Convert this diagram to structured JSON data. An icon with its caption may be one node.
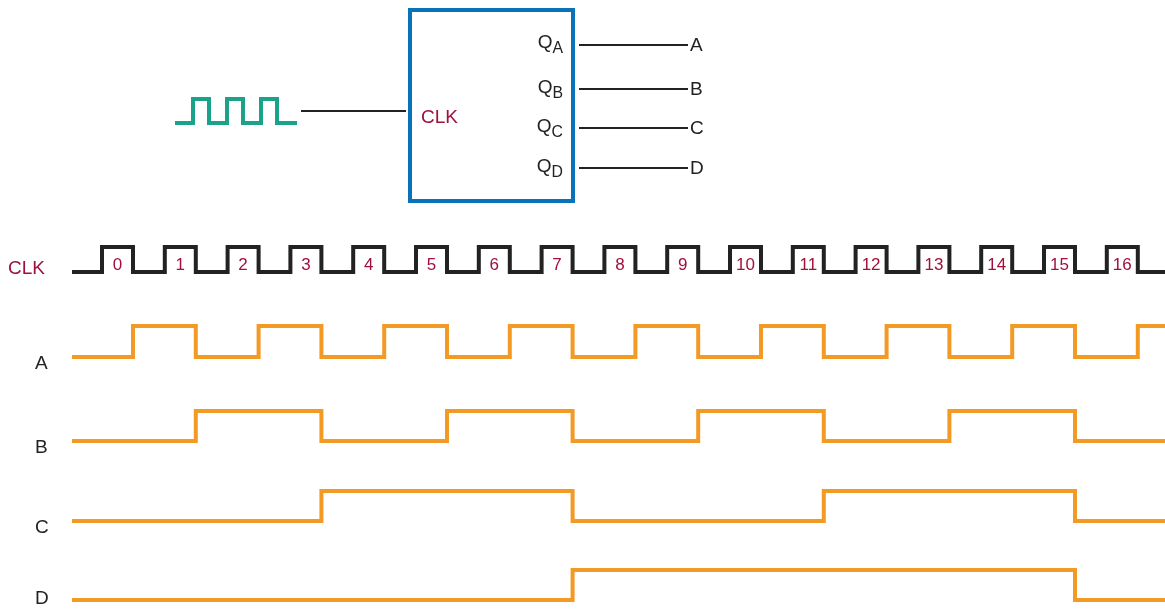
{
  "diagram": {
    "nodes": [
      {
        "text": [],
        "shape": "picture"
      },
      {
        "text": [
          "CLK",
          "Q$_{A}$",
          "Q$_{B}$",
          "Q$_{C}$",
          "Q$_{D}$"
        ]
      },
      {
        "text": [
          "A"
        ]
      },
      {
        "text": [
          "B"
        ]
      },
      {
        "text": [
          "C"
        ]
      },
      {
        "text": [
          "D"
        ]
      }
    ],
    "edges": [
      {
        "from": 0,
        "to": 1,
        "arrow": "none"
      },
      {
        "from": 1,
        "to": 2,
        "arrow": "none"
      },
      {
        "from": 1,
        "to": 3,
        "arrow": "none"
      },
      {
        "from": 1,
        "to": 4,
        "arrow": "none"
      },
      {
        "from": 1,
        "to": 5,
        "arrow": "none"
      }
    ],
    "labels": [
      "CLK",
      "0",
      "1",
      "2",
      "3",
      "4",
      "5",
      "6",
      "7",
      "8",
      "9",
      "10",
      "11",
      "12",
      "13",
      "14",
      "15",
      "16",
      "A",
      "B",
      "C",
      "D"
    ]
  }
}
